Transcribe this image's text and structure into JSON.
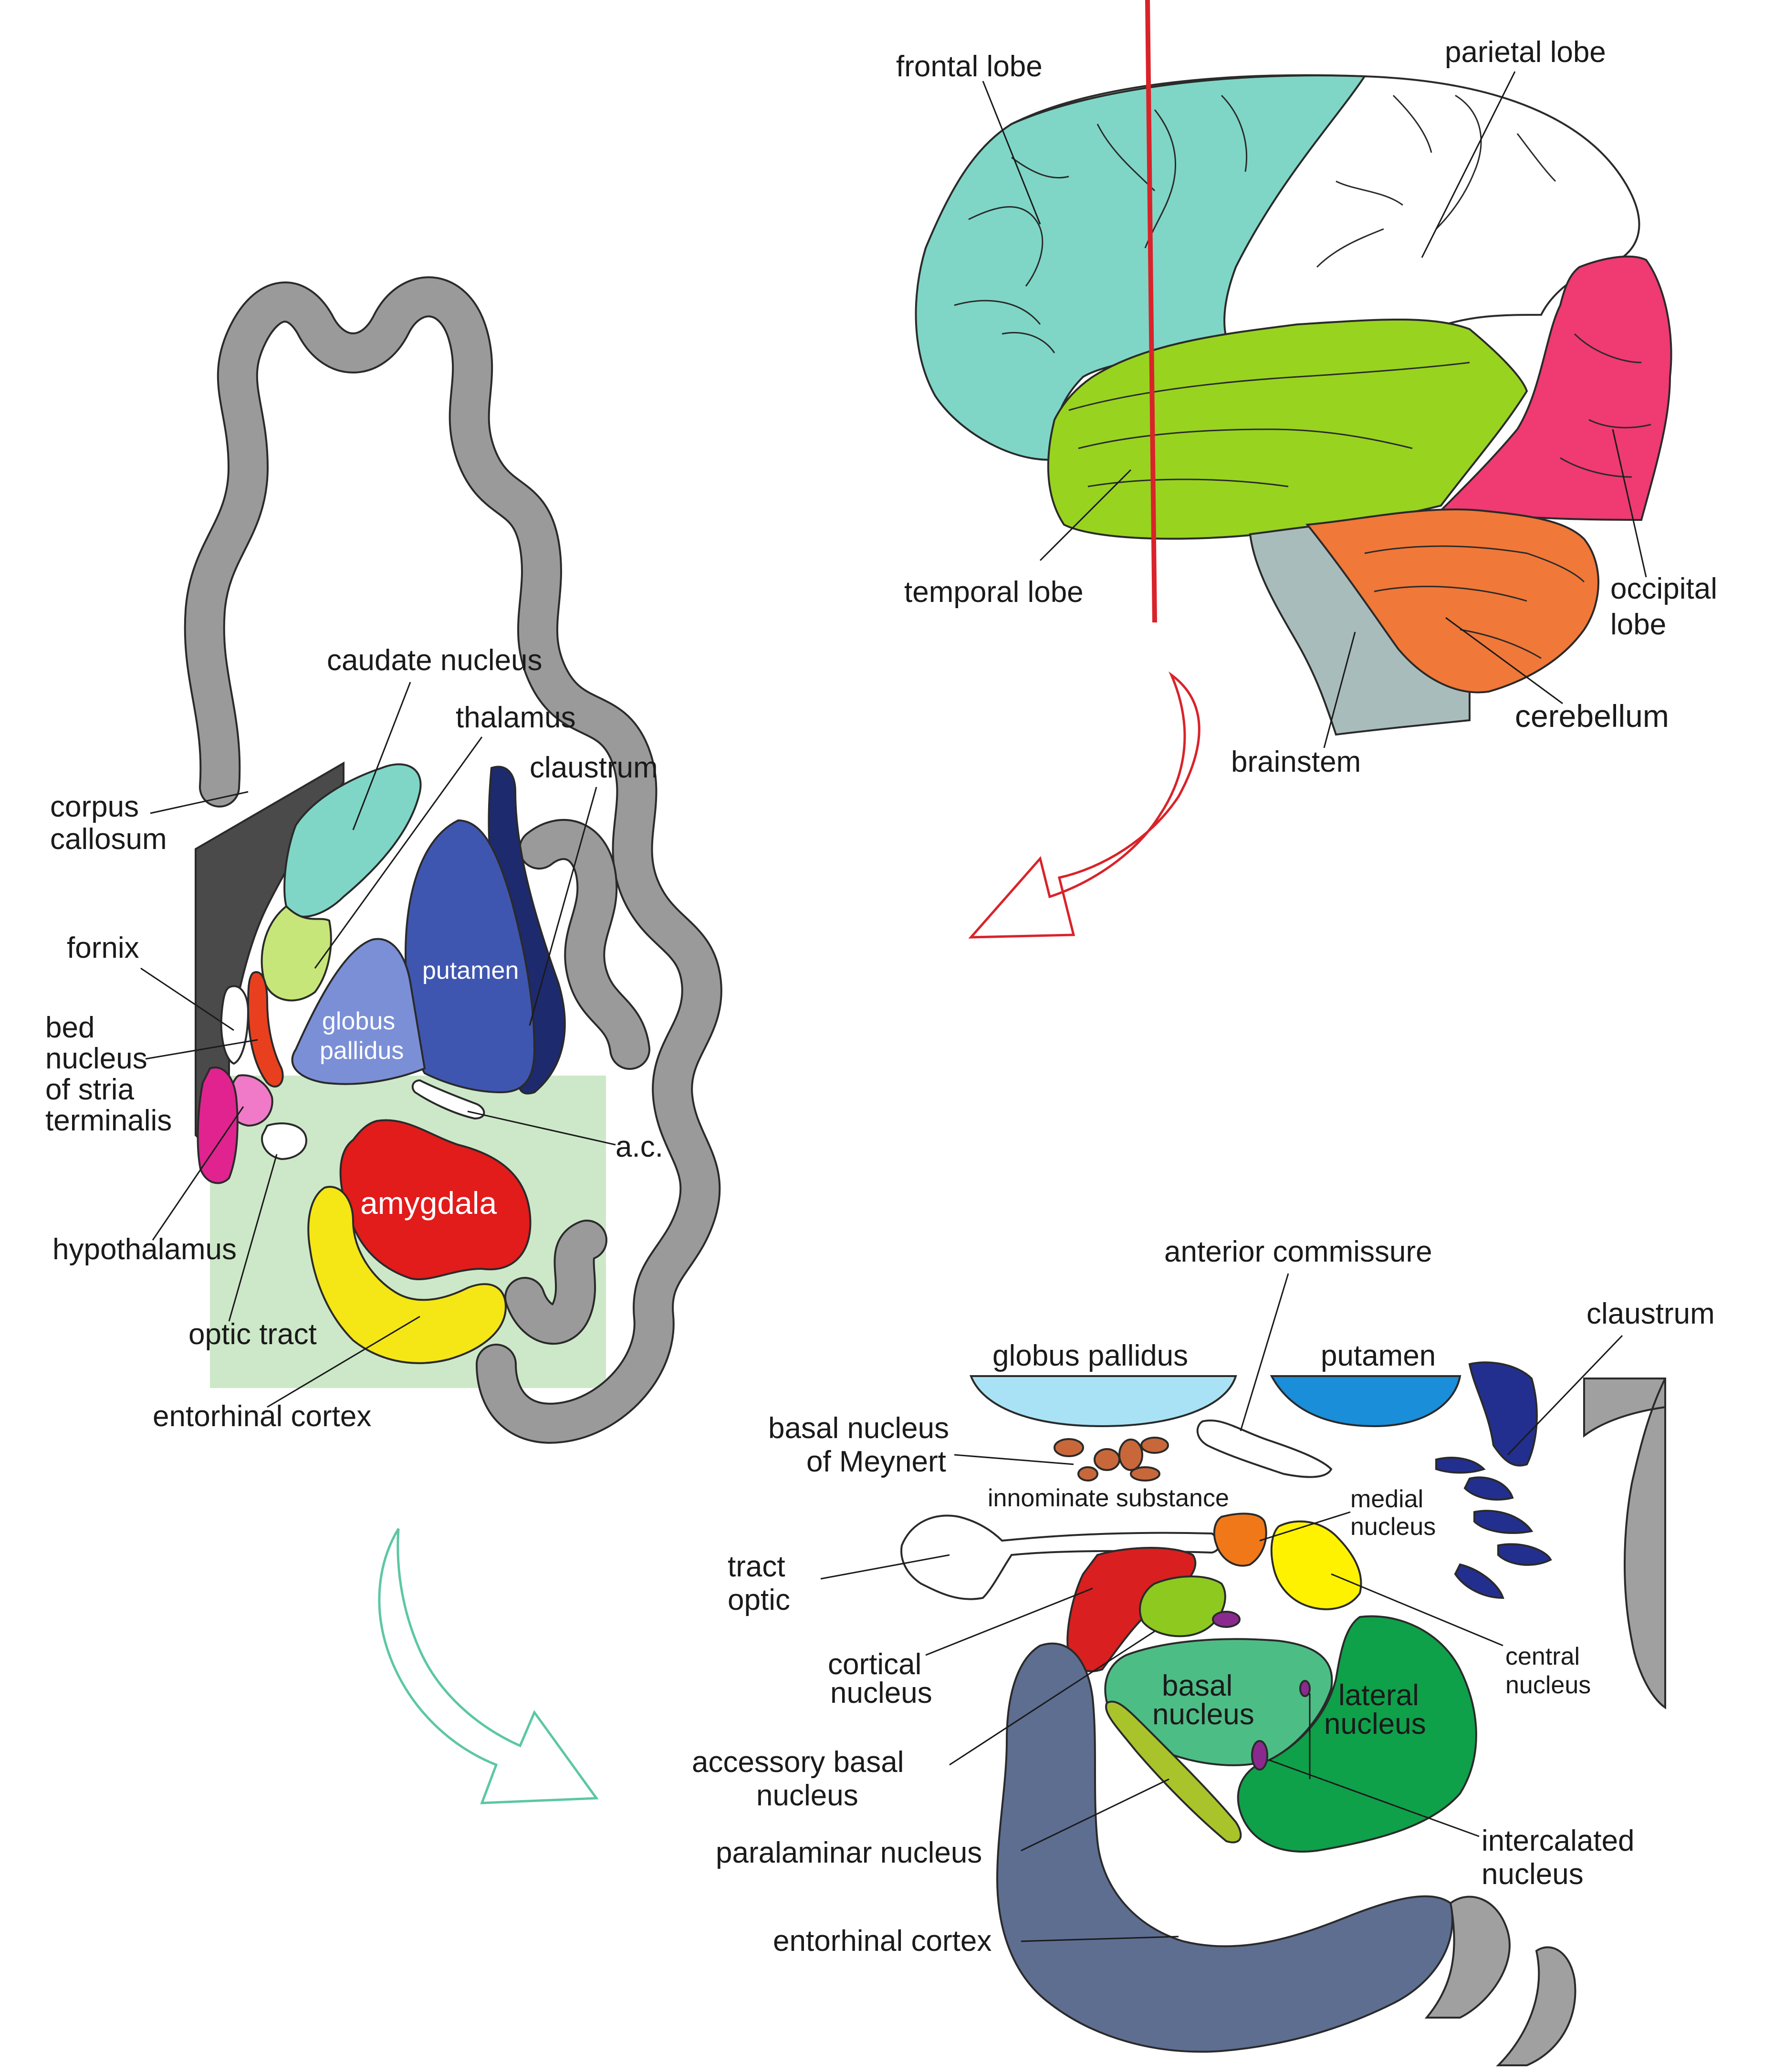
{
  "brain_lateral": {
    "labels": {
      "frontal": "frontal lobe",
      "parietal": "parietal lobe",
      "temporal": "temporal lobe",
      "occipital_1": "occipital",
      "occipital_2": "lobe",
      "cerebellum": "cerebellum",
      "brainstem": "brainstem"
    },
    "colors": {
      "frontal": "#7fd6c6",
      "parietal": "#ffffff",
      "temporal": "#98d320",
      "occipital": "#ef3a72",
      "cerebellum": "#f07838",
      "brainstem": "#a9bcbc",
      "section_line": "#d9232a"
    }
  },
  "coronal_section": {
    "labels": {
      "caudate": "caudate nucleus",
      "thalamus": "thalamus",
      "claustrum": "claustrum",
      "corpus_1": "corpus",
      "corpus_2": "callosum",
      "fornix": "fornix",
      "putamen": "putamen",
      "globus_1": "globus",
      "globus_2": "pallidus",
      "bnst_1": "bed",
      "bnst_2": "nucleus",
      "bnst_3": "of stria",
      "bnst_4": "terminalis",
      "ac": "a.c.",
      "amygdala": "amygdala",
      "hypothalamus": "hypothalamus",
      "optic_tract": "optic tract",
      "entorhinal": "entorhinal cortex"
    },
    "colors": {
      "cortex": "#9a9a9a",
      "corpus_callosum": "#4a4a4a",
      "caudate": "#7fd6c6",
      "thalamus": "#c7e67a",
      "claustrum": "#1e2a6e",
      "putamen": "#3f56b0",
      "globus_pallidus": "#7a8fd6",
      "fornix": "#e8401e",
      "bnst": "#f07ac8",
      "hypothalamus": "#e0238f",
      "amygdala": "#e21b1b",
      "entorhinal": "#f5e616",
      "highlight_box": "#cde8c8"
    }
  },
  "amygdala_detail": {
    "labels": {
      "anterior_commissure": "anterior commissure",
      "globus_pallidus": "globus pallidus",
      "putamen": "putamen",
      "claustrum": "claustrum",
      "basal_meynert_1": "basal nucleus",
      "basal_meynert_2": "of Meynert",
      "innominate": "innominate substance",
      "medial_1": "medial",
      "medial_2": "nucleus",
      "tract_1": "tract",
      "tract_2": "optic",
      "cortical_1": "cortical",
      "cortical_2": "nucleus",
      "central_1": "central",
      "central_2": "nucleus",
      "basal_1": "basal",
      "basal_2": "nucleus",
      "lateral_1": "lateral",
      "lateral_2": "nucleus",
      "accessory_1": "accessory basal",
      "accessory_2": "nucleus",
      "paralaminar": "paralaminar nucleus",
      "intercalated_1": "intercalated",
      "intercalated_2": "nucleus",
      "entorhinal": "entorhinal cortex"
    },
    "colors": {
      "globus_pallidus": "#a9e2f5",
      "putamen": "#1a8ed8",
      "claustrum": "#232f8e",
      "meynert": "#c8683a",
      "medial": "#f07818",
      "central": "#fff200",
      "cortical": "#d91f1f",
      "accessory_basal": "#8ec920",
      "basal": "#4dbd86",
      "lateral": "#0fa04a",
      "paralaminar": "#a9c42b",
      "intercalated": "#8b2a8e",
      "entorhinal": "#5e6e91",
      "cortex": "#a0a0a0"
    }
  },
  "arrows": {
    "red": "#d9232a",
    "teal": "#5cc7a4"
  }
}
